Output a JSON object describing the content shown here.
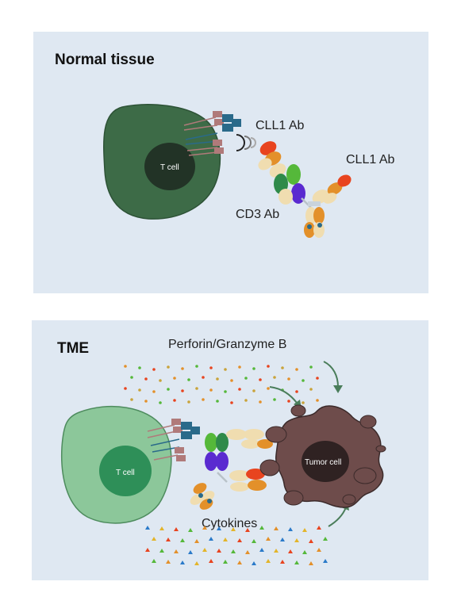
{
  "panels": {
    "normal": {
      "title": "Normal tissue",
      "t_cell_label": "T cell",
      "cll1_label_top": "CLL1 Ab",
      "cll1_label_right": "CLL1 Ab",
      "cd3_label": "CD3 Ab"
    },
    "tme": {
      "title": "TME",
      "t_cell_label": "T cell",
      "tumor_cell_label": "Tumor cell",
      "perforin_label": "Perforin/Granzyme B",
      "cytokines_label": "Cytokines"
    }
  },
  "colors": {
    "panel_bg": "#dfe8f2",
    "t_cell_normal": "#3d6b47",
    "t_cell_tme": "#8cc79a",
    "tumor_cell": "#6e4c4b",
    "cll1_domain": "#e8441f",
    "cd3_domain": "#5a2ad0",
    "linker_green": "#55b83a",
    "fc_orange": "#e3902a",
    "light_chain": "#f0ddb0"
  }
}
